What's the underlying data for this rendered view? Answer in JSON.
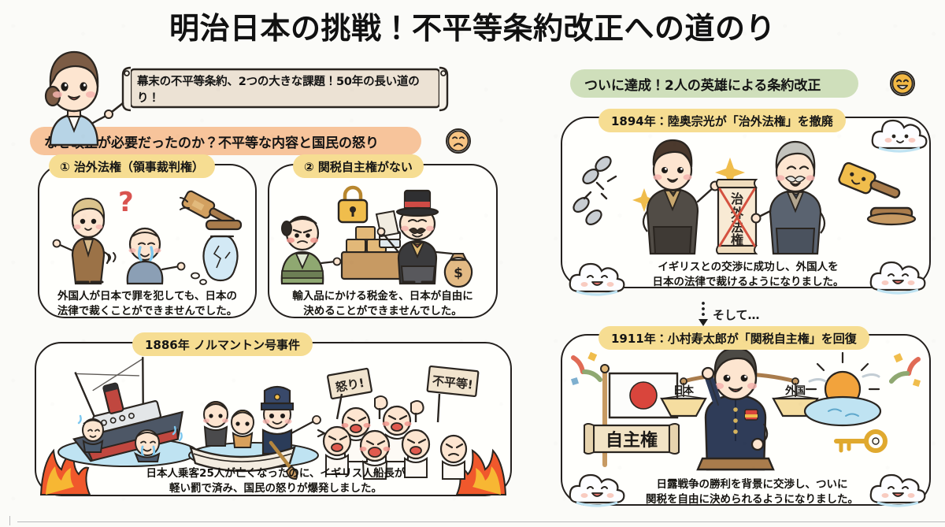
{
  "page": {
    "title": "明治日本の挑戦！不平等条約改正への道のり",
    "background_color": "#fbfbf8"
  },
  "intro": {
    "teacher_alt": "teacher-character",
    "scroll_text": "幕末の不平等条約、2つの大きな課題！50年の長い道のり！"
  },
  "left_section": {
    "header": "なぜ改正が必要だったのか？不平等な内容と国民の怒り",
    "header_color": "#f7c49b",
    "header_emoji": "sad-face",
    "cards": [
      {
        "label": "① 治外法権（領事裁判権）",
        "label_color": "#f6dd92",
        "caption_line1": "外国人が日本で罪を犯しても、日本の",
        "caption_line2": "法律で裁くことができませんでした。",
        "scene": "foreigner-crime-scene"
      },
      {
        "label": "② 関税自主権がない",
        "label_color": "#f6dd92",
        "caption_line1": "輸入品にかける税金を、日本が自由に",
        "caption_line2": "決めることができませんでした。",
        "scene": "customs-merchant-scene"
      },
      {
        "label": "1886年 ノルマントン号事件",
        "label_color": "#f6dd92",
        "caption_line1": "日本人乗客25人が亡くなったのに、イギリス人船長が",
        "caption_line2": "軽い罰で済み、国民の怒りが爆発しました。",
        "scene": "normanton-incident-scene",
        "protest_signs": [
          "怒り!",
          "不平等!"
        ]
      }
    ]
  },
  "right_section": {
    "header": "ついに達成！2人の英雄による条約改正",
    "header_color": "#cfdfbb",
    "header_emoji": "smiling-face",
    "transition_text": "そして…",
    "cards": [
      {
        "label": "1894年：陸奥宗光が「治外法権」を撤廃",
        "label_color": "#f6dd92",
        "caption_line1": "イギリスとの交渉に成功し、外国人を",
        "caption_line2": "日本の法律で裁けるようになりました。",
        "scene": "mutsu-munemitsu-scene",
        "scroll_label": "治外法権"
      },
      {
        "label": "1911年：小村寿太郎が「関税自主権」を回復",
        "label_color": "#f6dd92",
        "caption_line1": "日露戦争の勝利を背景に交渉し、ついに",
        "caption_line2": "関税を自由に決められるようになりました。",
        "scene": "komura-jutaro-scene",
        "scroll_label": "自主権",
        "scale_left_label": "日本",
        "scale_right_label": "外国"
      }
    ]
  }
}
